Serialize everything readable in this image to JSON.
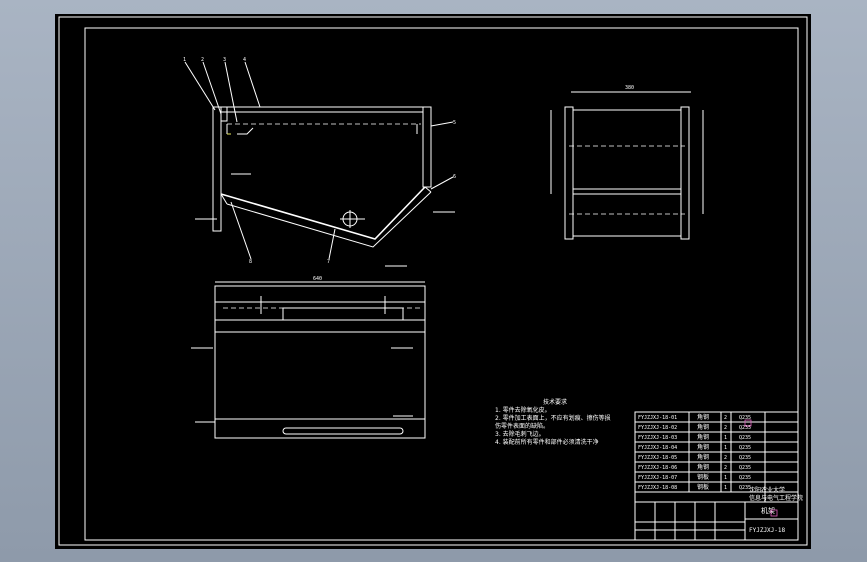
{
  "colors": {
    "background": "#000000",
    "lines": "#ffffff",
    "chrome": "#9aa5b4"
  },
  "tech": {
    "heading": "技术要求",
    "lines": [
      "1. 零件去除氧化皮。",
      "2. 零件加工表面上，不应有划痕、擦伤等损",
      "   伤零件表面的缺陷。",
      "3. 去除毛刺飞边。",
      "4. 装配前所有零件和部件必须清洗干净"
    ]
  },
  "titleblock": {
    "school1": "沈阳农业大学",
    "school2": "信息与电气工程学院",
    "part": "机架",
    "code": "FYJZJXJ-18",
    "parts": [
      {
        "no": "FYJZJXJ-18-01",
        "name": "角钢",
        "qty": "2",
        "mat": "Q235"
      },
      {
        "no": "FYJZJXJ-18-02",
        "name": "角钢",
        "qty": "2",
        "mat": "Q235"
      },
      {
        "no": "FYJZJXJ-18-03",
        "name": "角钢",
        "qty": "1",
        "mat": "Q235"
      },
      {
        "no": "FYJZJXJ-18-04",
        "name": "角钢",
        "qty": "1",
        "mat": "Q235"
      },
      {
        "no": "FYJZJXJ-18-05",
        "name": "角钢",
        "qty": "2",
        "mat": "Q235"
      },
      {
        "no": "FYJZJXJ-18-06",
        "name": "角钢",
        "qty": "2",
        "mat": "Q235"
      },
      {
        "no": "FYJZJXJ-18-07",
        "name": "钢板",
        "qty": "1",
        "mat": "Q235"
      },
      {
        "no": "FYJZJXJ-18-08",
        "name": "钢板",
        "qty": "1",
        "mat": "Q235"
      }
    ]
  }
}
